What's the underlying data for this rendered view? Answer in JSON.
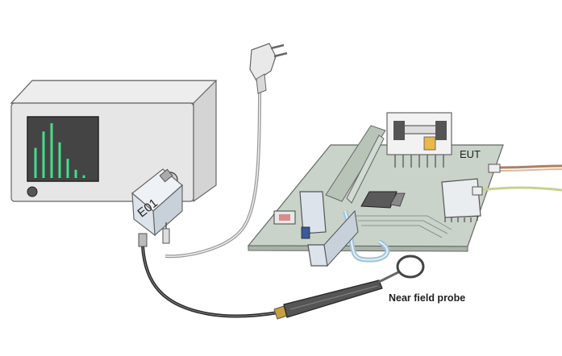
{
  "labels": {
    "eut": "EUT",
    "adapter": "E01",
    "probe": "Near field probe"
  },
  "colors": {
    "analyzer_body": "#e6e6e6",
    "screen_bg": "#444444",
    "spectrum": "#3fe08a",
    "pcb": "#c9d3c9",
    "adapter": "#dde3ea",
    "probe_handle": "#555555",
    "cable": "#2a2a2a",
    "power_cable": "#999999"
  },
  "spectrum_lines": [
    0.55,
    0.85,
    1.0,
    0.65,
    0.35,
    0.15,
    0.05
  ]
}
